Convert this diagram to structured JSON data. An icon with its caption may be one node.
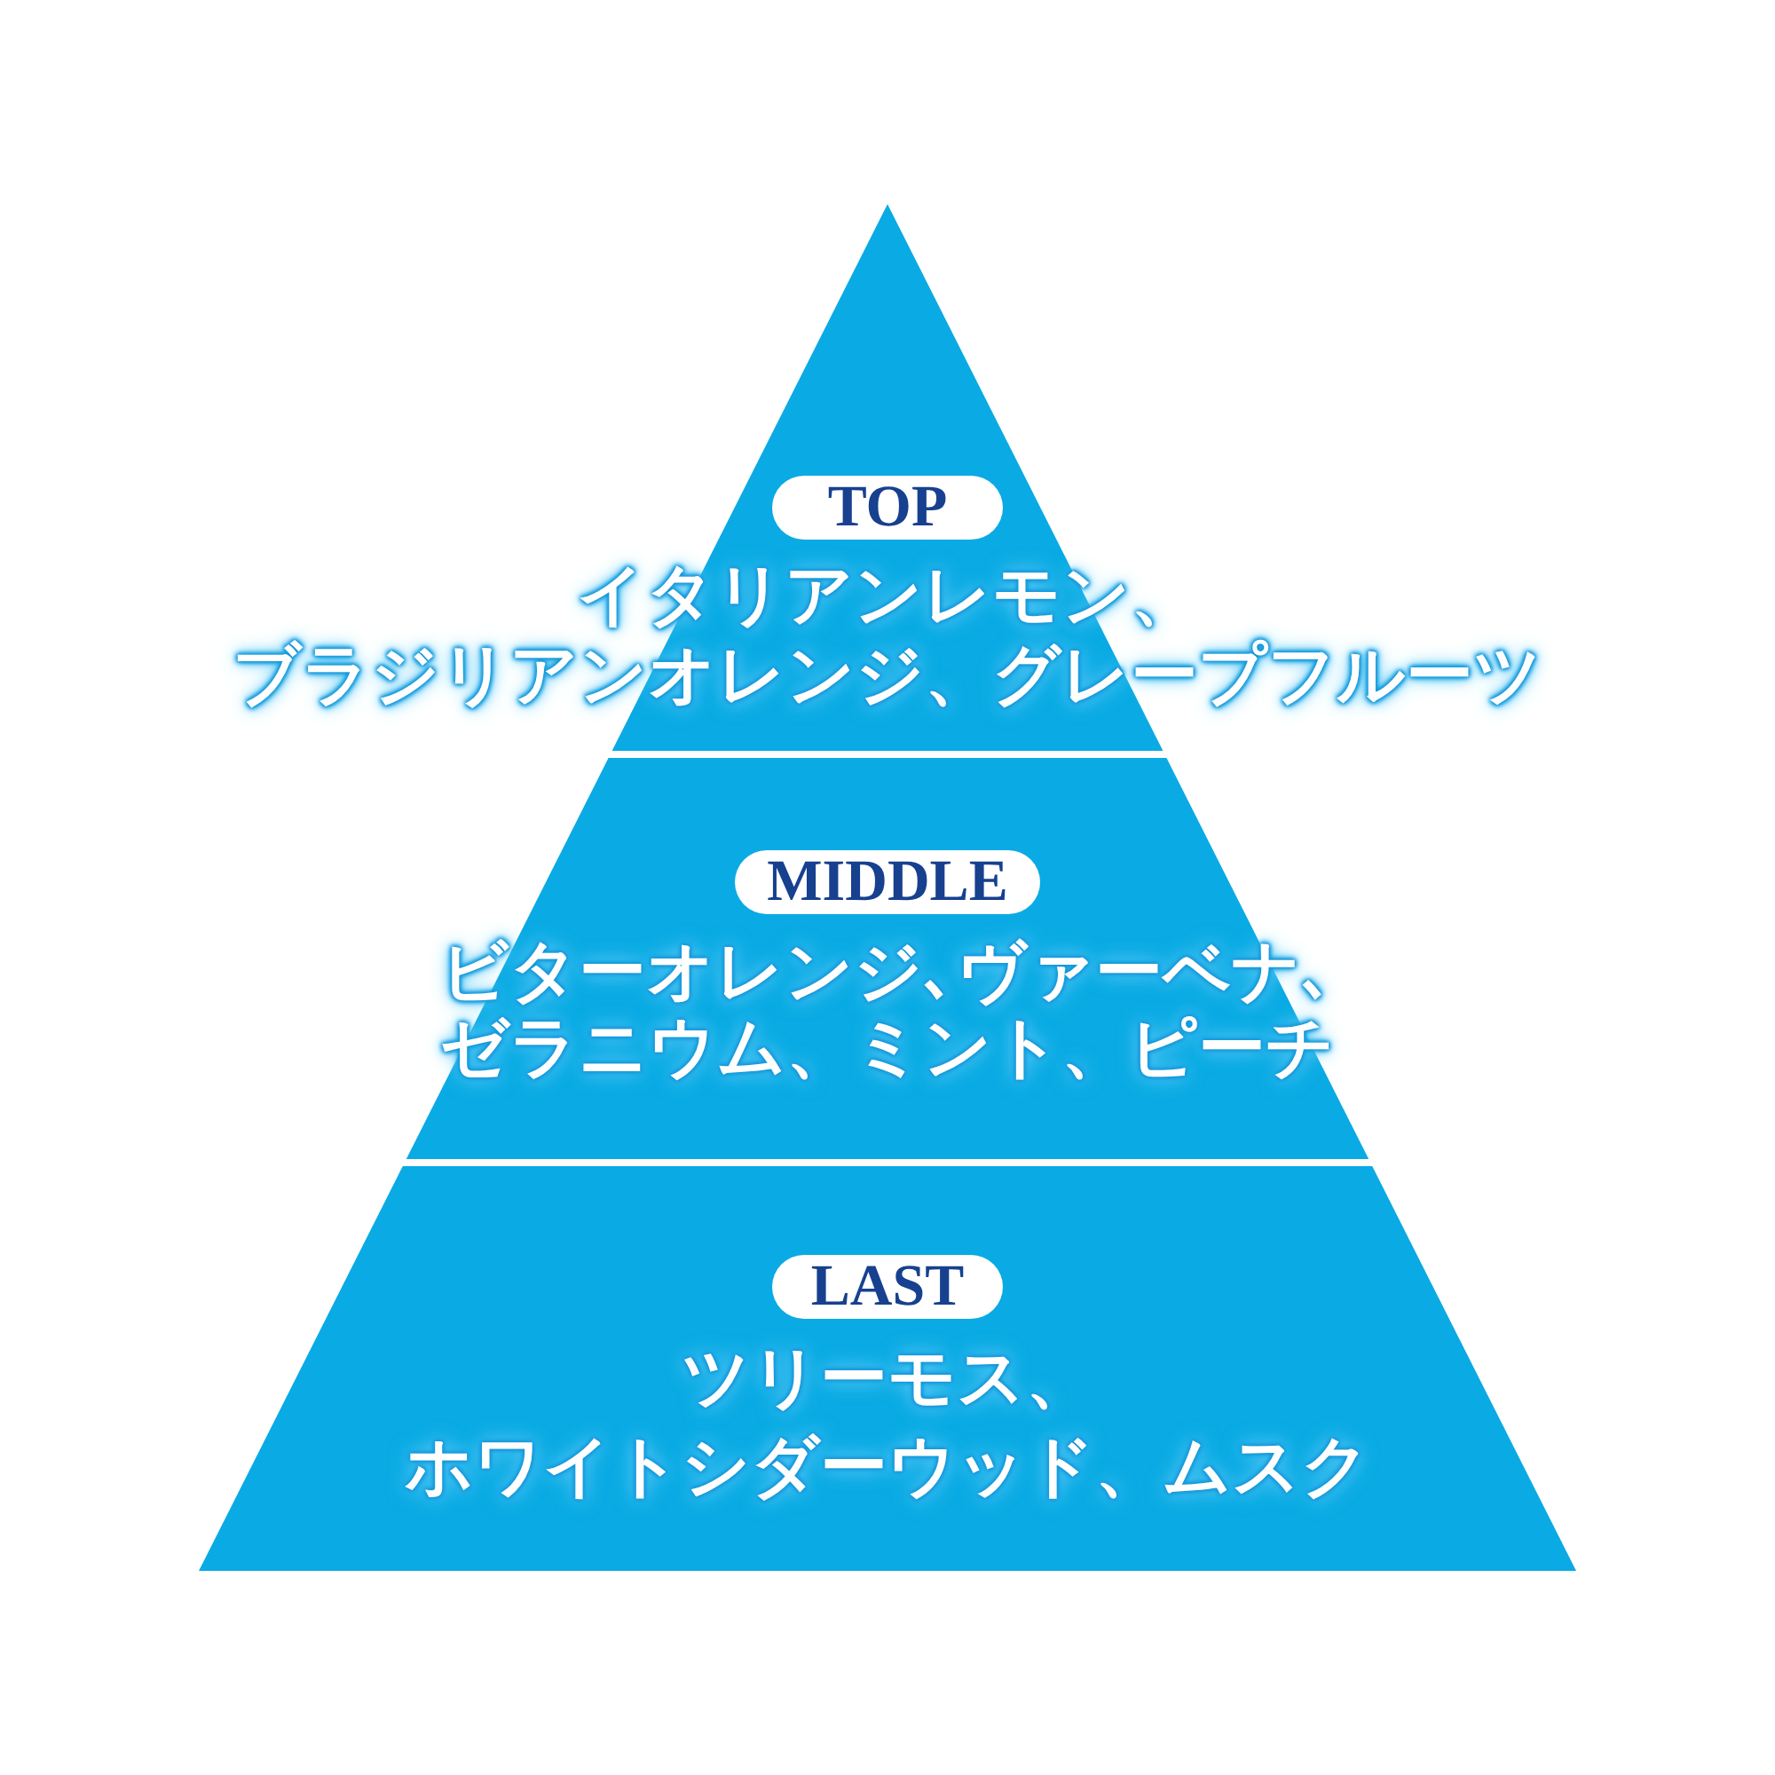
{
  "diagram": {
    "nodes": [
      {
        "text": [
          "TOP",
          "イタリアンレモン、ブラジリアンオレンジ、グレープフルーツ"
        ]
      },
      {
        "text": [
          "MIDDLE",
          "ビターオレンジ､ヴァーベナ､ゼラニウム、ミント、ピーチ"
        ]
      },
      {
        "text": [
          "LAST",
          "ツリーモス、ホワイトシダーウッド、ムスク"
        ]
      }
    ]
  }
}
